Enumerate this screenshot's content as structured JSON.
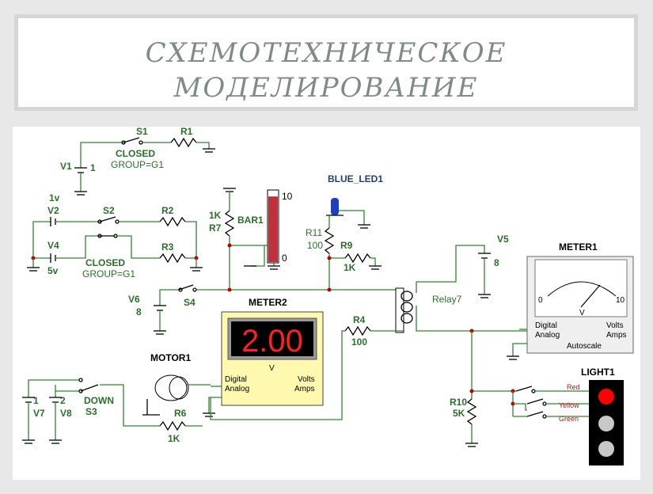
{
  "title": {
    "line1": "СХЕМОТЕХНИЧЕСКОЕ",
    "line2": "МОДЕЛИРОВАНИЕ"
  },
  "labels": {
    "s1": "S1",
    "r1": "R1",
    "closed1": "CLOSED",
    "group1": "GROUP=G1",
    "v1": "V1",
    "v1_val": "1",
    "v2_val": "1v",
    "v2": "V2",
    "s2": "S2",
    "r2": "R2",
    "v4": "V4",
    "v4_val": "5v",
    "r3": "R3",
    "closed2": "CLOSED",
    "group2": "GROUP=G1",
    "r7_val": "1K",
    "r7": "R7",
    "bar1": "BAR1",
    "bar_max": "10",
    "bar_min": "0",
    "blue_led": "BLUE_LED1",
    "r11": "R11",
    "r11_val": "100",
    "r9": "R9",
    "r9_val": "1K",
    "v5": "V5",
    "v5_val": "8",
    "relay": "Relay7",
    "v6": "V6",
    "v6_val": "8",
    "s4": "S4",
    "meter2": "METER2",
    "meter2_display": "2.00",
    "meter2_unit": "V",
    "meter2_digital": "Digital",
    "meter2_analog": "Analog",
    "meter2_volts": "Volts",
    "meter2_amps": "Amps",
    "r4": "R4",
    "r4_val": "100",
    "motor": "MOTOR1",
    "v7_num": "1",
    "v7": "V7",
    "v8_num": "2",
    "v8": "V8",
    "down": "DOWN",
    "s3": "S3",
    "r6": "R6",
    "r6_val": "1K",
    "meter1": "METER1",
    "meter1_unit": "V",
    "meter1_min": "0",
    "meter1_max": "10",
    "meter1_digital": "Digital",
    "meter1_analog": "Analog",
    "meter1_volts": "Volts",
    "meter1_amps": "Amps",
    "meter1_autoscale": "Autoscale",
    "r10": "R10",
    "r10_val": "5K",
    "light": "LIGHT1",
    "red": "Red",
    "yellow": "Yellow",
    "green": "Green"
  },
  "colors": {
    "wire": "#2a8a2a",
    "led": "#1e3fbf",
    "bar_fill": "#c0303a",
    "display_digits": "#ff2020",
    "meter_body": "#fff9b0",
    "light_red": "#ff0000",
    "light_off": "#c8c8c8"
  },
  "bar_level": 0.92
}
